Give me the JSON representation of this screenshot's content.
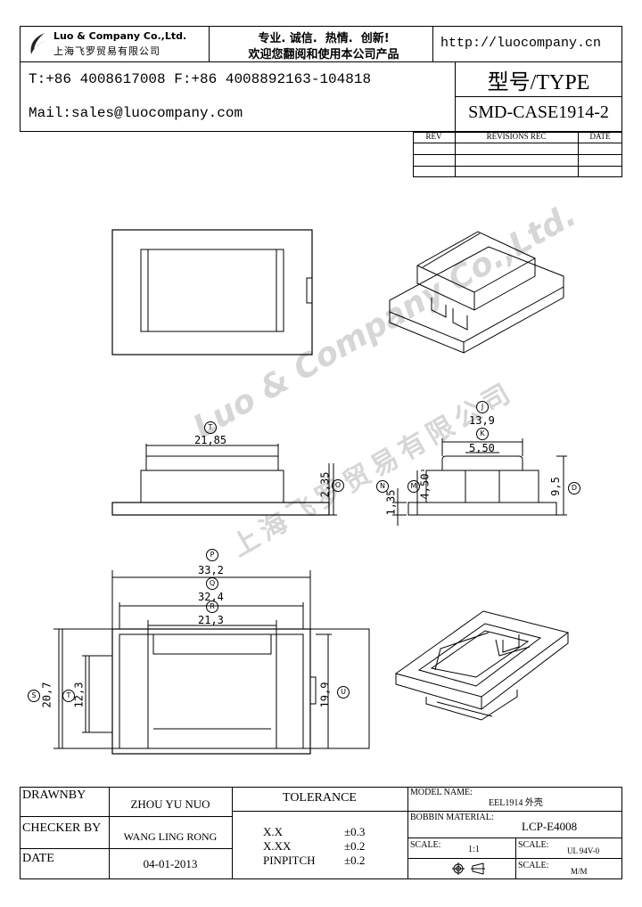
{
  "header": {
    "company_en": "Luo & Company Co.,Ltd.",
    "company_cn": "上海飞罗贸易有限公司",
    "slogan_line1": "专业. 诚信.  热情.  创新!",
    "slogan_line2": "欢迎您翻阅和使用本公司产品",
    "website": "http://luocompany.cn",
    "phone": "T:+86 4008617008 F:+86 4008892163-104818",
    "mail": "Mail:sales@luocompany.com",
    "type_label": "型号/TYPE",
    "type_value": "SMD-CASE1914-2"
  },
  "revisions": {
    "col_rev": "REV",
    "col_rec": "REVISIONS REC",
    "col_date": "DATE"
  },
  "watermark": {
    "en": "Luo & Company Co.,Ltd.",
    "cn": "上海飞罗贸易有限公司"
  },
  "dimensions": {
    "front_width_code": "T",
    "front_width": "21,85",
    "front_height": "2,35",
    "front_height_code": "O",
    "side_width_code": "J",
    "side_width": "13,9",
    "side_inner_code": "K",
    "side_inner": "5,50",
    "side_h1_code": "N",
    "side_h1": "1,35",
    "side_h2_code": "M",
    "side_h2": "4,50",
    "side_total": "9,5",
    "side_total_code": "D",
    "bottom_p_code": "P",
    "bottom_p": "33,2",
    "bottom_q_code": "Q",
    "bottom_q": "32,4",
    "bottom_r_code": "R",
    "bottom_r": "21,3",
    "bottom_s_code": "S",
    "bottom_s": "20,7",
    "bottom_t_code": "T",
    "bottom_t": "12,3",
    "bottom_u": "19,9",
    "bottom_u_code": "U"
  },
  "footer": {
    "drawnby_label": "DRAWNBY",
    "drawnby_value": "ZHOU YU NUO",
    "checker_label": "CHECKER BY",
    "checker_value": "WANG LING RONG",
    "date_label": "DATE",
    "date_value": "04-01-2013",
    "tolerance_label": "TOLERANCE",
    "tol1_name": "X.X",
    "tol1_value": "±0.3",
    "tol2_name": "X.XX",
    "tol2_value": "±0.2",
    "tol3_name": "PINPITCH",
    "tol3_value": "±0.2",
    "model_label": "MODEL NAME:",
    "model_value": "EEL1914 外壳",
    "bobbin_label": "BOBBIN MATERIAL:",
    "bobbin_value": "LCP-E4008",
    "scale_label": "SCALE:",
    "scale_value": "1:1",
    "scale2_label": "SCALE:",
    "scale2_value": "UL 94V-0",
    "scale3_label": "SCALE:",
    "scale3_value": "M/M"
  }
}
